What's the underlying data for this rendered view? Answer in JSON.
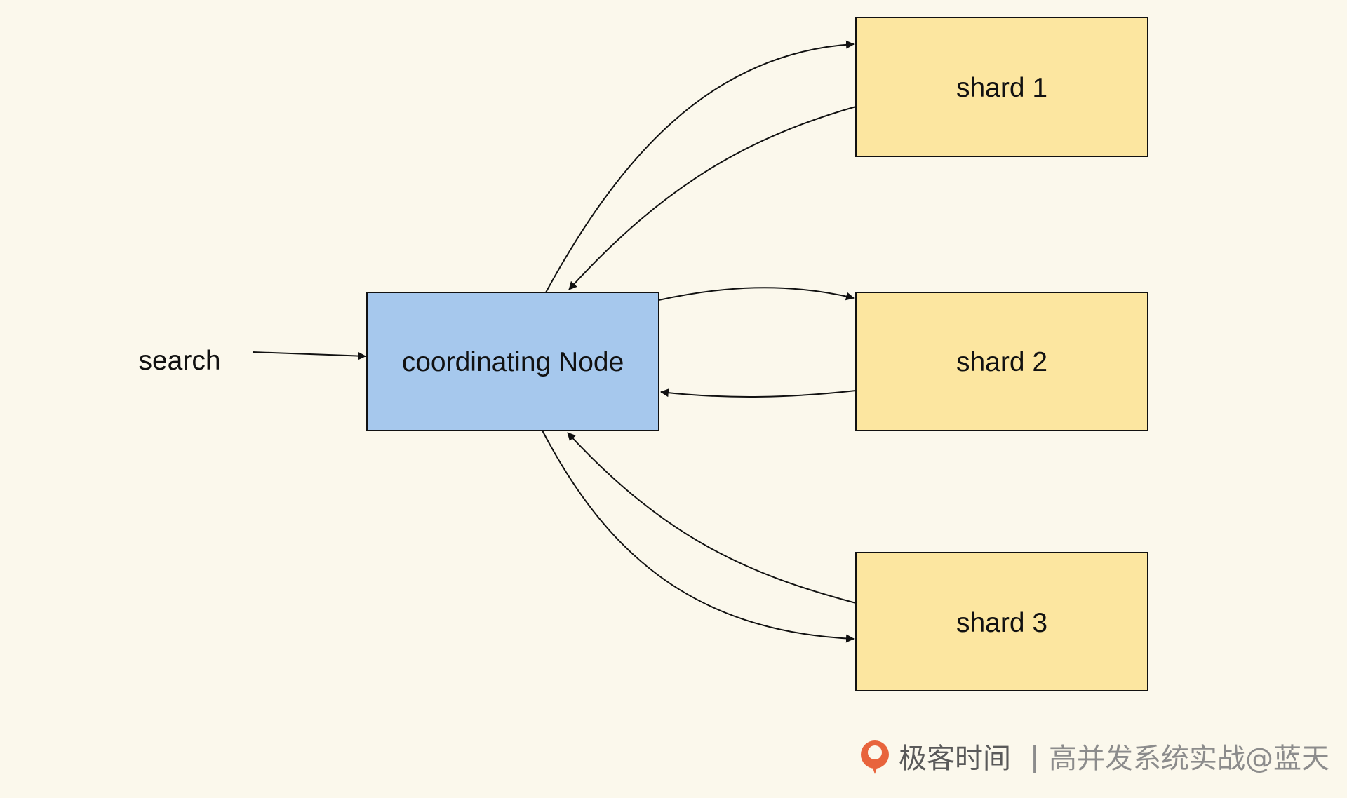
{
  "diagram": {
    "input_label": "search",
    "coordinator_label": "coordinating Node",
    "shards": [
      {
        "label": "shard 1"
      },
      {
        "label": "shard 2"
      },
      {
        "label": "shard 3"
      }
    ]
  },
  "watermark": {
    "brand": "极客时间",
    "separator": "|",
    "text": "高并发系统实战@蓝天"
  },
  "colors": {
    "background": "#fbf8ec",
    "coordinator_fill": "#a6c8ed",
    "shard_fill": "#fce6a0",
    "stroke": "#111111",
    "logo_orange": "#e8643c"
  }
}
